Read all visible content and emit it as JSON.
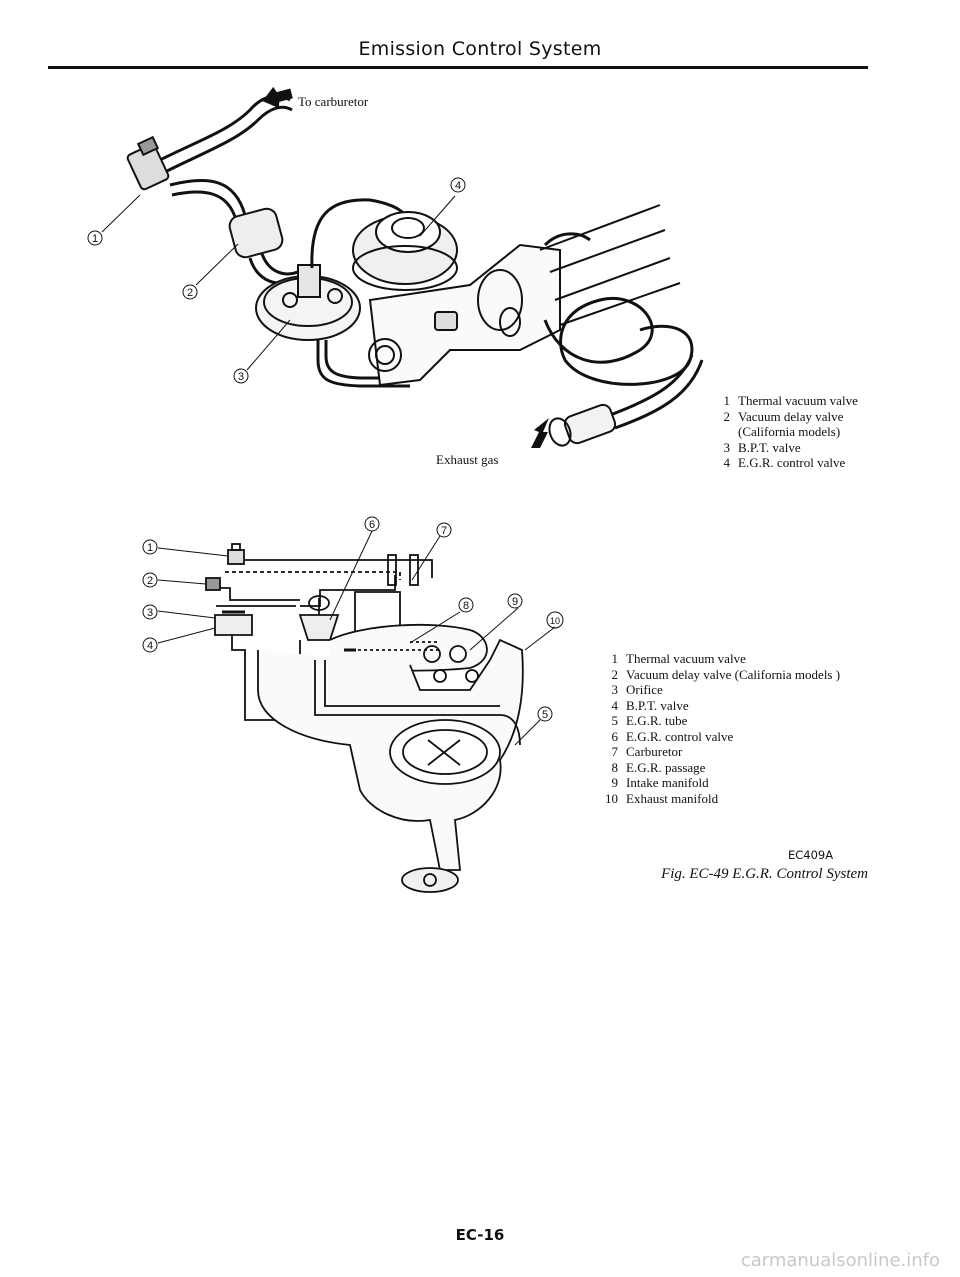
{
  "header": {
    "title": "Emission Control System"
  },
  "top_figure": {
    "to_carburetor": "To carburetor",
    "exhaust_gas": "Exhaust gas",
    "callouts": [
      "1",
      "2",
      "3",
      "4"
    ]
  },
  "legend_top": [
    {
      "num": "1",
      "text": "Thermal vacuum valve"
    },
    {
      "num": "2",
      "text": "Vacuum delay valve"
    },
    {
      "num": "",
      "text": "(California models)"
    },
    {
      "num": "3",
      "text": "B.P.T. valve"
    },
    {
      "num": "4",
      "text": "E.G.R. control valve"
    }
  ],
  "bottom_figure": {
    "callouts": [
      "1",
      "2",
      "3",
      "4",
      "5",
      "6",
      "7",
      "8",
      "9",
      "10"
    ]
  },
  "legend_bottom": [
    {
      "num": "1",
      "text": "Thermal vacuum valve"
    },
    {
      "num": "2",
      "text": "Vacuum delay valve (California models )"
    },
    {
      "num": "3",
      "text": "Orifice"
    },
    {
      "num": "4",
      "text": "B.P.T. valve"
    },
    {
      "num": "5",
      "text": "E.G.R. tube"
    },
    {
      "num": "6",
      "text": "E.G.R. control valve"
    },
    {
      "num": "7",
      "text": "Carburetor"
    },
    {
      "num": "8",
      "text": "E.G.R. passage"
    },
    {
      "num": "9",
      "text": "Intake manifold"
    },
    {
      "num": "10",
      "text": "Exhaust manifold"
    }
  ],
  "figure_code": "EC409A",
  "caption": "Fig. EC-49 E.G.R. Control System",
  "page_number": "EC-16",
  "watermark": "carmanualsonline.info"
}
